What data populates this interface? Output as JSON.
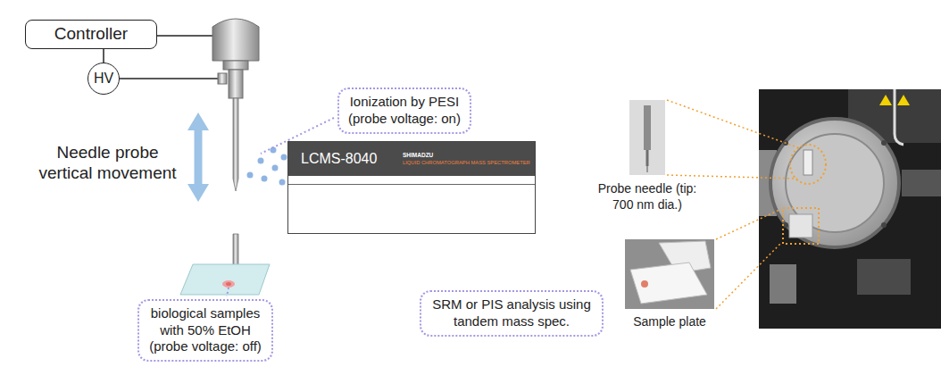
{
  "diagram": {
    "nodes": [
      {
        "text": [
          "Controller"
        ]
      },
      {
        "text": [
          "HV"
        ]
      },
      {
        "text": [
          "Ionization by PESI (probe voltage: on)"
        ]
      },
      {
        "text": [
          "LCMS-8040",
          "SHIMADZU",
          "LIQUID CHROMATOGRAPH MASS SPECTROMETER"
        ]
      },
      {
        "text": [
          "biological samples with 50% EtOH (probe voltage: off)"
        ]
      },
      {
        "text": [
          "SRM or PIS analysis using tandem mass spec."
        ]
      }
    ],
    "edges": [
      {
        "from": 0,
        "to": 1,
        "arrow": "none"
      }
    ],
    "labels": [
      "Needle probe vertical movement",
      "Probe needle (tip: 700 nm dia.)",
      "Sample plate"
    ]
  }
}
